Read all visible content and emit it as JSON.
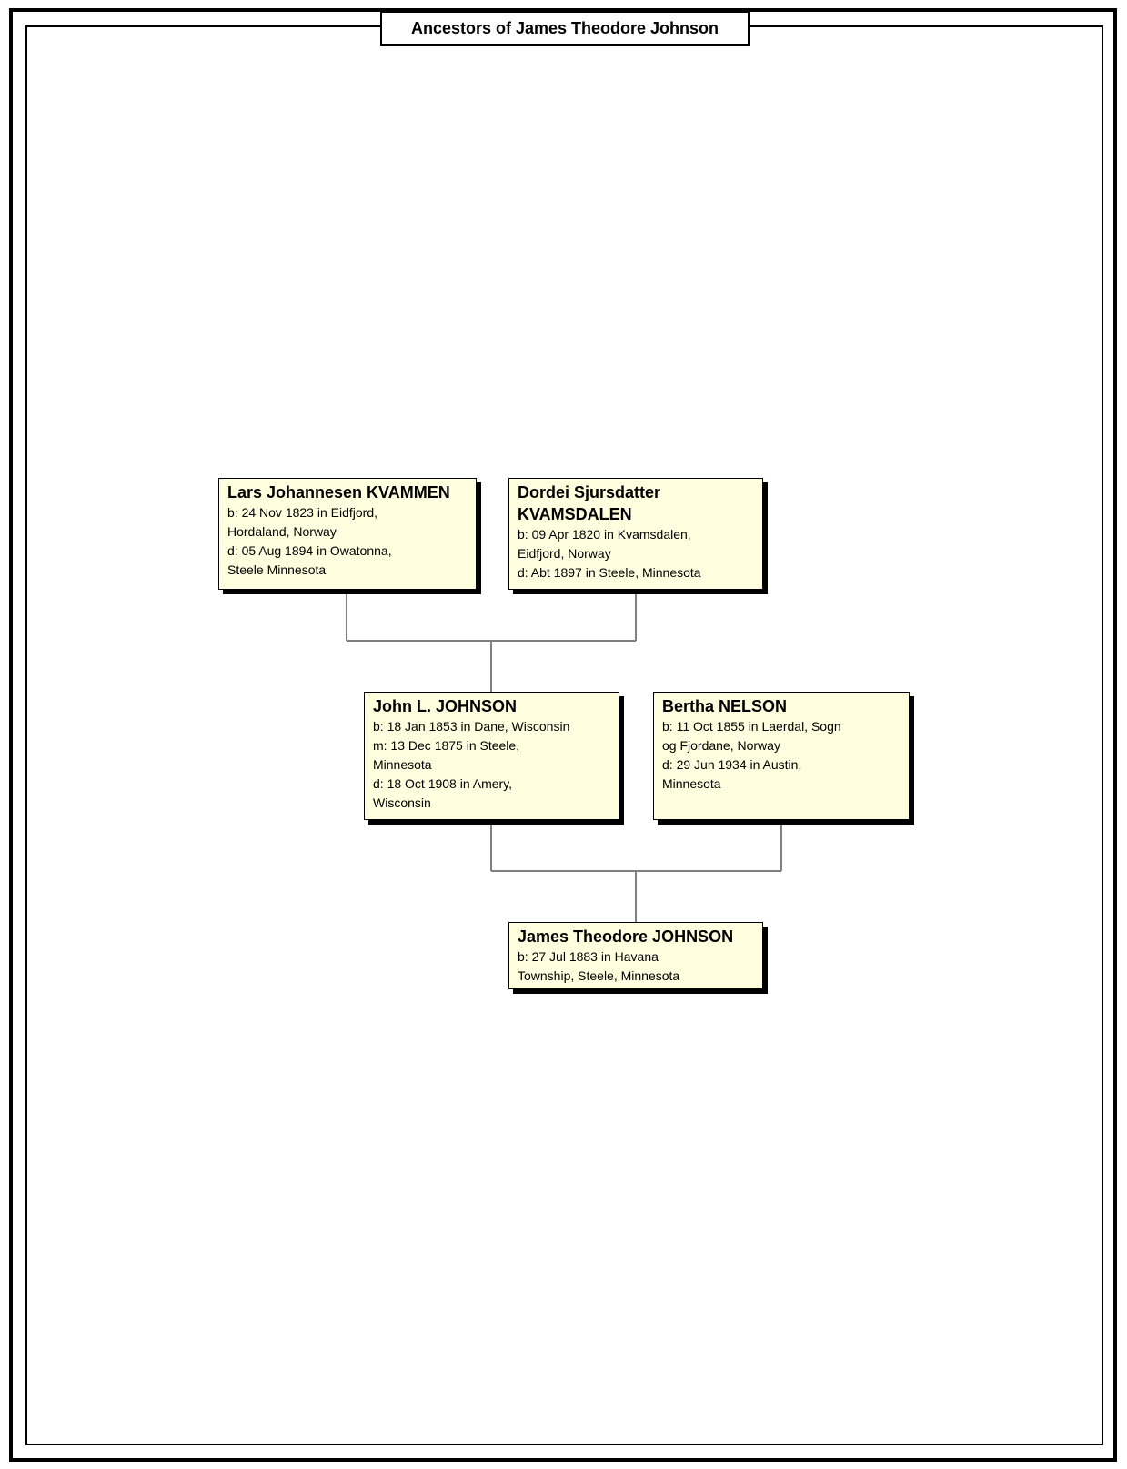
{
  "chart_title": "Ancestors of James Theodore Johnson",
  "people": {
    "lars": {
      "name": "Lars Johannesen KVAMMEN",
      "facts": [
        "b: 24 Nov 1823 in Eidfjord,",
        "Hordaland, Norway",
        "d: 05 Aug 1894 in Owatonna,",
        "Steele Minnesota"
      ]
    },
    "dordei": {
      "name_lines": [
        "Dordei Sjursdatter",
        "KVAMSDALEN"
      ],
      "facts": [
        "b: 09 Apr 1820 in Kvamsdalen,",
        "Eidfjord, Norway",
        "d: Abt 1897 in Steele, Minnesota"
      ]
    },
    "john": {
      "name": "John L. JOHNSON",
      "facts": [
        "b: 18 Jan 1853 in Dane, Wisconsin",
        "m: 13 Dec 1875 in Steele,",
        "Minnesota",
        "d: 18 Oct 1908 in Amery,",
        "Wisconsin"
      ]
    },
    "bertha": {
      "name": "Bertha NELSON",
      "facts": [
        "b: 11 Oct 1855 in Laerdal, Sogn",
        "og Fjordane, Norway",
        "d: 29 Jun 1934 in Austin,",
        "Minnesota"
      ]
    },
    "james": {
      "name": "James Theodore JOHNSON",
      "facts": [
        "b: 27 Jul 1883 in Havana",
        "Township, Steele, Minnesota"
      ]
    }
  },
  "colors": {
    "box_fill": "#ffffe0",
    "connector": "#808080"
  }
}
